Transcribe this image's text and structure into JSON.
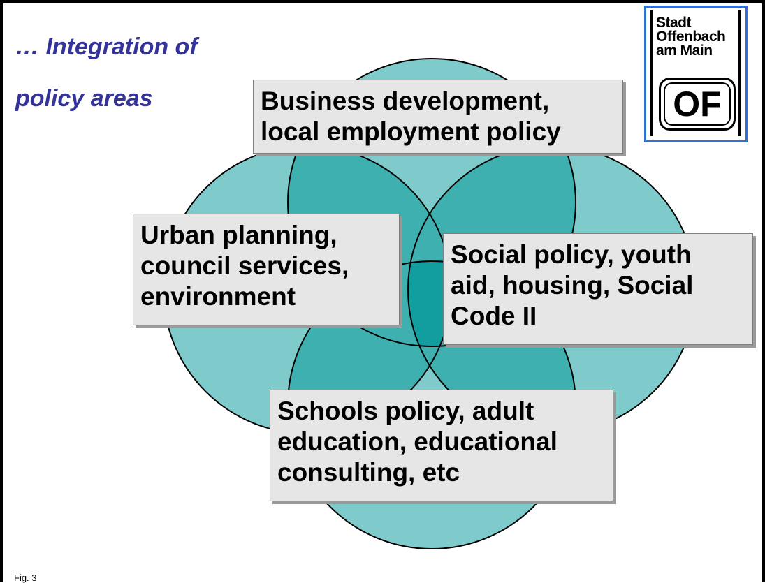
{
  "title": {
    "line1": "… Integration of",
    "line2": "policy areas"
  },
  "logo": {
    "line1": "Stadt",
    "line2": "Offenbach",
    "line3": "am Main",
    "badge": "OF"
  },
  "boxes": {
    "business": [
      "Business development,",
      "local employment policy"
    ],
    "urban": [
      "Urban planning,",
      "council services,",
      "environment"
    ],
    "social": [
      "Social policy, youth",
      "aid, housing, Social",
      "Code II"
    ],
    "schools": [
      "Schools policy, adult",
      "education, educational",
      "consulting, etc"
    ]
  },
  "figure_label": "Fig. 3",
  "colors": {
    "circle_fill": "#7fcaca",
    "overlap_two": "#3fb0b0",
    "overlap_center": "#129e9e",
    "title": "#333399",
    "logo_border": "#2f6fd6"
  }
}
